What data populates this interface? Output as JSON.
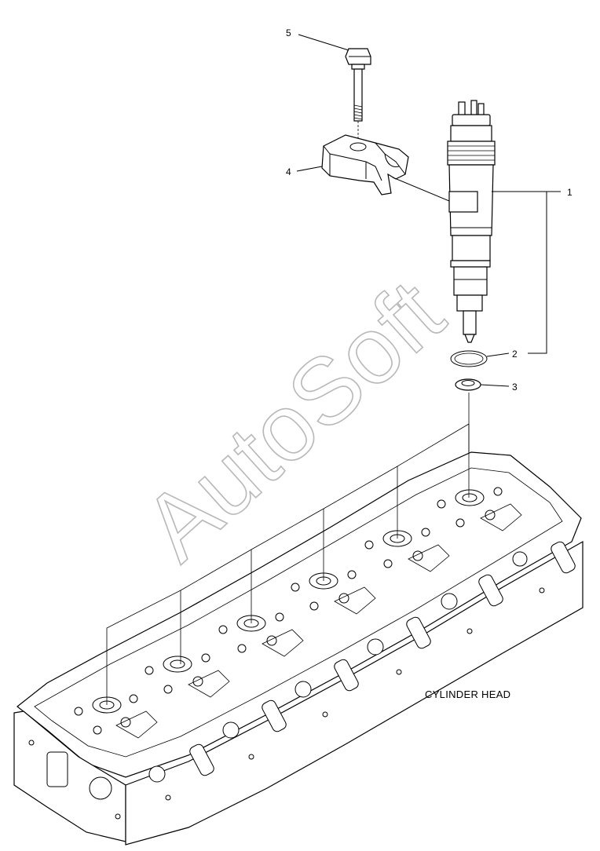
{
  "diagram": {
    "caption": "CYLINDER HEAD",
    "watermark": "AutoSoft",
    "callouts": [
      {
        "id": "1",
        "label": "1"
      },
      {
        "id": "2",
        "label": "2"
      },
      {
        "id": "3",
        "label": "3"
      },
      {
        "id": "4",
        "label": "4"
      },
      {
        "id": "5",
        "label": "5"
      }
    ],
    "colors": {
      "line": "#000000",
      "background": "#ffffff",
      "watermark": "#b8b8b8"
    }
  }
}
